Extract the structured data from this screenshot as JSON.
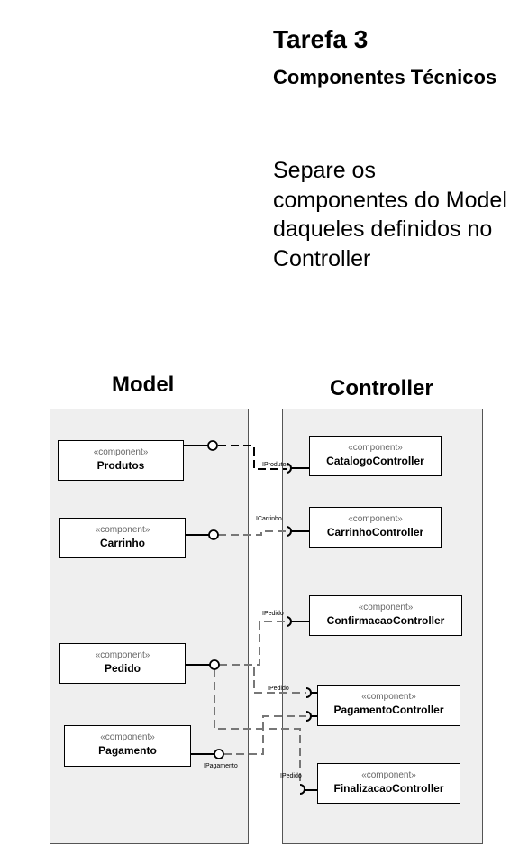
{
  "header": {
    "title": "Tarefa 3",
    "subtitle": "Componentes Técnicos",
    "instruction": "Separe os componentes do Model daqueles definidos no Controller"
  },
  "diagram": {
    "model_label": "Model",
    "controller_label": "Controller",
    "stereotype": "«component»",
    "model_components": [
      "Produtos",
      "Carrinho",
      "Pedido",
      "Pagamento"
    ],
    "controller_components": [
      "CatalogoController",
      "CarrinhoController",
      "ConfirmacaoController",
      "PagamentoController",
      "FinalizacaoController"
    ],
    "interfaces": {
      "produtos": "IProdutos",
      "carrinho": "ICarrinho",
      "pedido_1": "IPedido",
      "pedido_2": "IPedido",
      "pedido_3": "IPedido",
      "pagamento": "IPagamento"
    }
  }
}
